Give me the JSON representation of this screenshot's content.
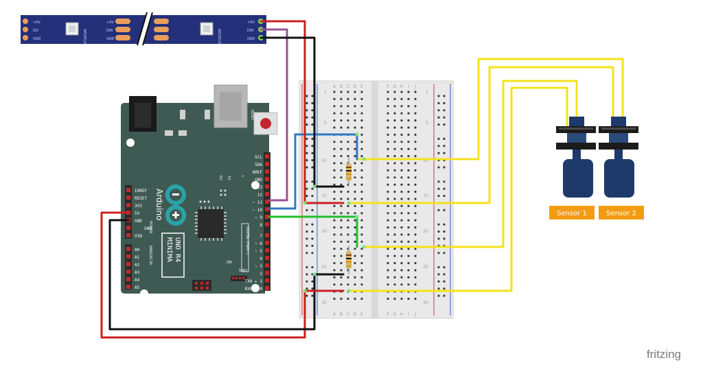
{
  "colors": {
    "wire_red": "#cc1f1f",
    "wire_black": "#111111",
    "wire_purple": "#9b4f96",
    "wire_blue": "#2f78c4",
    "wire_green": "#1fbf2a",
    "wire_yellow": "#f4e21a",
    "board": "#3f5a52",
    "board_dark": "#2f4a42",
    "arduino_logo": "#2aa3a8",
    "strip": "#24307a",
    "sensor_body": "#1e3a6a",
    "sensor_label_bg": "#f39c12",
    "breadboard": "#e9e9e9"
  },
  "led_strip": {
    "left_pads": [
      "+5V",
      "DO",
      "GND"
    ],
    "pad_group": [
      "+5V",
      "DIN",
      "GND"
    ],
    "chip_left": "WS2812B",
    "chip_right": "WS2812B",
    "right_pads": [
      "+5V",
      "DIN",
      "GND"
    ]
  },
  "arduino": {
    "logo_text": "Arduino",
    "model_line1": "UNO R4",
    "model_line2": "MINIMA",
    "reset_label": "RESET",
    "digital_label": "DIGITAL (PWM~)",
    "power_label": "POWER",
    "analog_label": "ANALOG IN",
    "right_header": [
      "SCL",
      "SDA",
      "AREF",
      "GND",
      "13",
      "12",
      "~ 11",
      "~ 10",
      "~ 9",
      "8",
      "7",
      "~ 6",
      "~ 5",
      "4",
      "~ 3",
      "2",
      "TX0 ▸ 1",
      "RX0 ◂ 0"
    ],
    "power_header": [
      "IOREF",
      "RESET",
      "3V3",
      "5V",
      "GND",
      "GND",
      "VIN"
    ],
    "analog_header": [
      "A0",
      "A1",
      "A2",
      "A3",
      "A4",
      "A5"
    ],
    "tx_label": "TX",
    "rx_label": "RX",
    "on_label": "ON",
    "l_label": "L",
    "swd_label": "SWD"
  },
  "breadboard": {
    "col_letters_left": [
      "A",
      "B",
      "C",
      "D",
      "E"
    ],
    "col_letters_right": [
      "F",
      "G",
      "H",
      "I",
      "J"
    ],
    "row_numbers": [
      "1",
      "5",
      "10",
      "15",
      "20",
      "25",
      "30"
    ]
  },
  "sensors": [
    {
      "label": "Sensor 1"
    },
    {
      "label": "Sensor 2"
    }
  ],
  "brand": {
    "text": "fritzing"
  }
}
